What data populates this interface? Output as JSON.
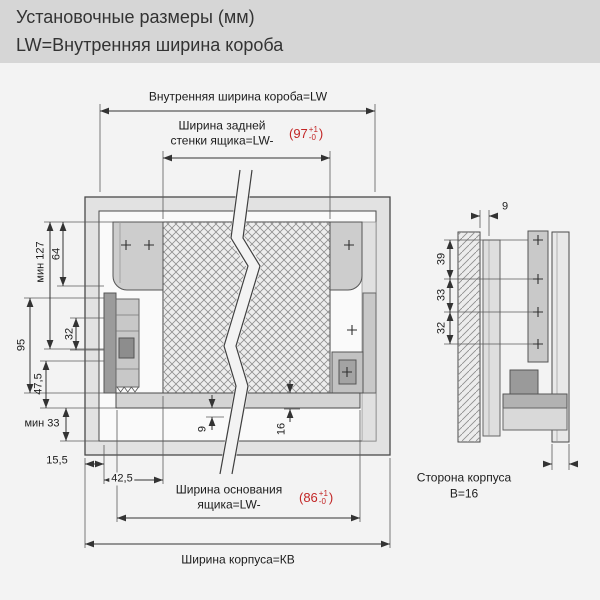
{
  "header": {
    "title": "Установочные размеры (мм)",
    "subtitle": "LW=Внутренняя ширина короба"
  },
  "labels": {
    "inner_width": "Внутренняя ширина короба=LW",
    "back_width_line1": "Ширина задней",
    "back_width_line2": "стенки ящика=LW-",
    "base_width_line1": "Ширина основания",
    "base_width_line2": "ящика=LW-",
    "cabinet_width": "Ширина корпуса=КВ",
    "cabinet_side_line1": "Сторона корпуса",
    "cabinet_side_line2": "В=16"
  },
  "tolerances": {
    "back_value": "(97",
    "back_sup": "+1",
    "back_sub": "-0",
    "back_close": ")",
    "base_value": "(86",
    "base_sup": "+1",
    "base_sub": "-0",
    "base_close": ")"
  },
  "dims": {
    "min127": "мин 127",
    "d64": "64",
    "d32": "32",
    "d95": "95",
    "d47_5": "47,5",
    "min33": "мин 33",
    "d15_5": "15,5",
    "d42_5": "42,5",
    "d9_base": "9",
    "d16_base": "16",
    "d9_side": "9",
    "d39": "39",
    "d33": "33",
    "d32_side": "32"
  },
  "colors": {
    "accent_red": "#c22525",
    "header_bg": "#d6d6d6",
    "line": "#3c3c3c"
  }
}
